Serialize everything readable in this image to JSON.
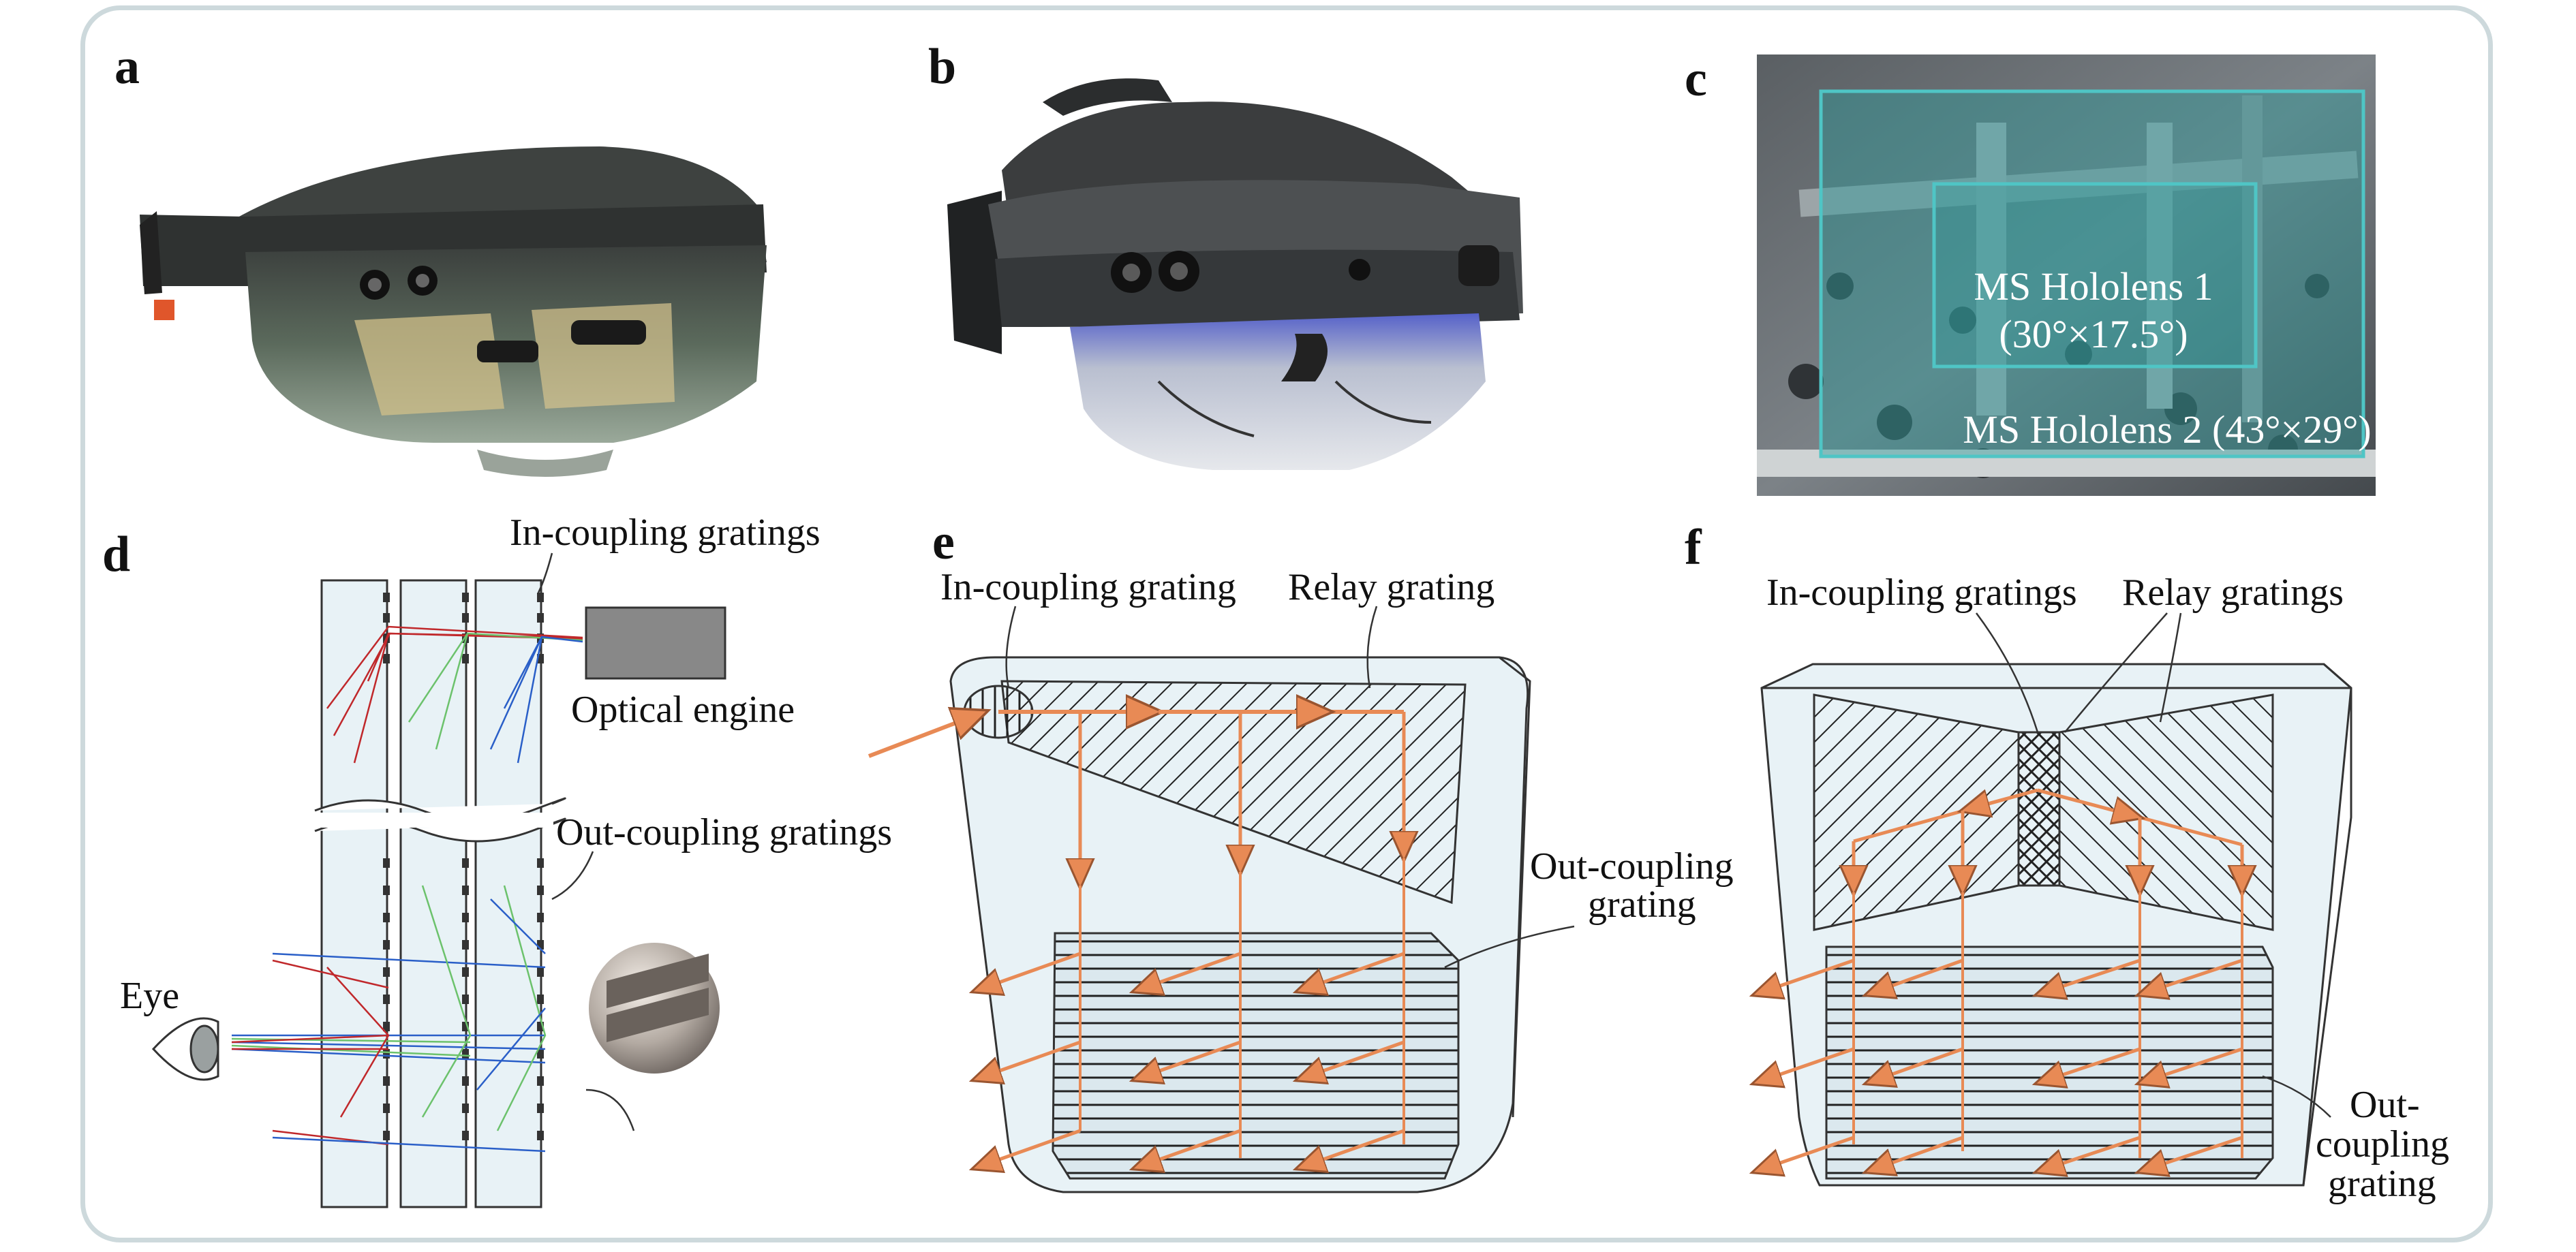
{
  "panels": {
    "a": {
      "label": "a"
    },
    "b": {
      "label": "b"
    },
    "c": {
      "label": "c",
      "fov_inner": "MS Hololens 1",
      "fov_inner_value": "(30°×17.5°)",
      "fov_outer": "MS Hololens 2 (43°×29°)"
    },
    "d": {
      "label": "d",
      "in_coupling": "In-coupling gratings",
      "optical_engine": "Optical engine",
      "out_coupling": "Out-coupling gratings",
      "eye": "Eye"
    },
    "e": {
      "label": "e",
      "in_coupling": "In-coupling grating",
      "relay": "Relay grating",
      "out_coupling_1": "Out-coupling",
      "out_coupling_2": "grating"
    },
    "f": {
      "label": "f",
      "in_coupling": "In-coupling gratings",
      "relay": "Relay gratings",
      "out_coupling_1": "Out-",
      "out_coupling_2": "coupling",
      "out_coupling_3": "grating"
    }
  },
  "colors": {
    "ray_red": "#c0282b",
    "ray_green": "#6cc26c",
    "ray_blue": "#2a5fc8",
    "arrow_orange": "#e88a55",
    "waveguide_fill": "#e8f2f6",
    "frame": "#cdd9dc"
  }
}
